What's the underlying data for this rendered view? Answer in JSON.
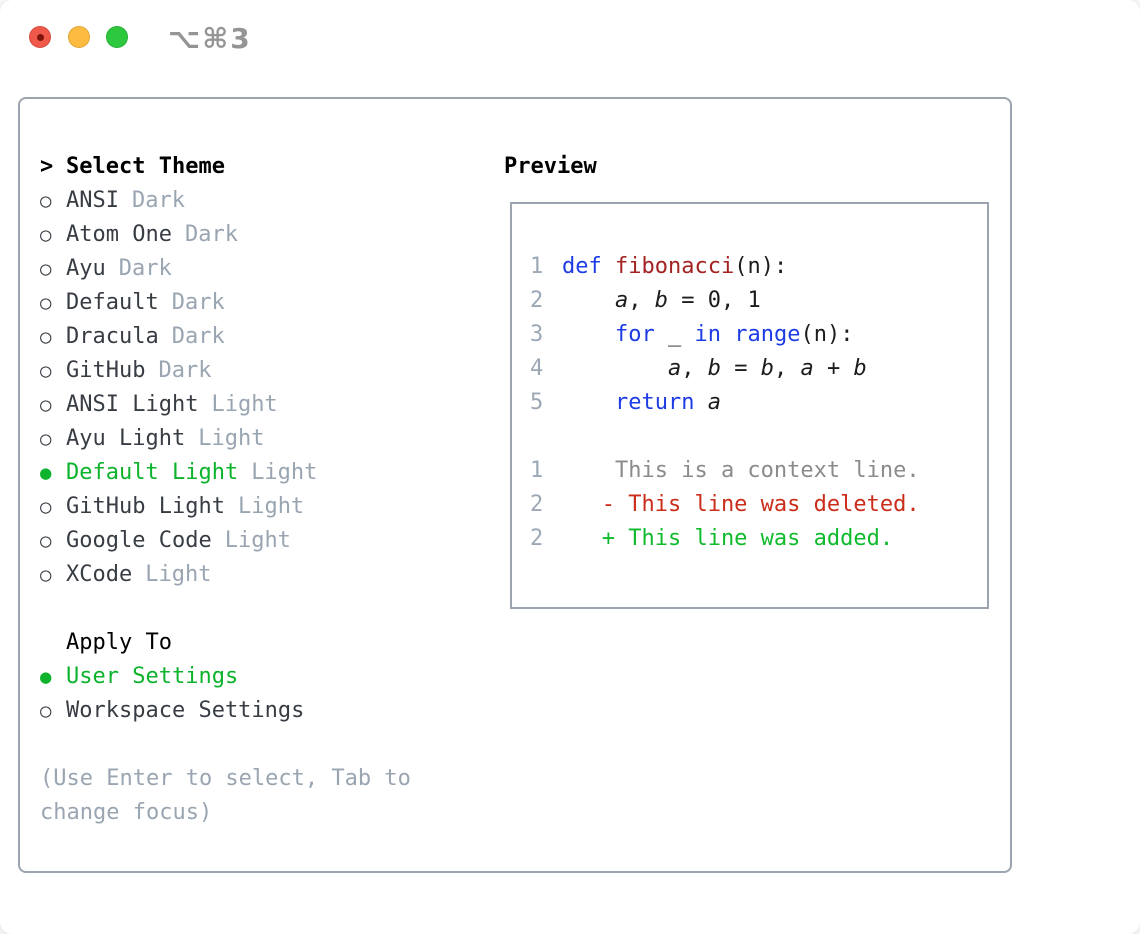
{
  "colors": {
    "accent-green": "#0db32c",
    "keyword-blue": "#1d3ce4",
    "function-red": "#a32222",
    "code-black": "#1c1c1c",
    "context-gray": "#8b8b8b",
    "deleted-red": "#cb2d1b",
    "added-green": "#0fbb2d",
    "linenum-gray": "#9da8b6",
    "muted-gray": "#9aa5b2",
    "item-gray": "#383d44",
    "border-gray": "#9ba4af",
    "titlebar-gray": "#959595",
    "traffic-red": "#f0584a",
    "traffic-yellow": "#fdbc40",
    "traffic-green": "#2dc83d"
  },
  "titlebar": {
    "title": "⌥⌘3"
  },
  "theme_panel": {
    "cursor": ">",
    "heading": "Select Theme",
    "marker_selected": "●",
    "marker_unselected": "○",
    "items": [
      {
        "name": "ANSI",
        "tag": "Dark",
        "selected": false
      },
      {
        "name": "Atom One",
        "tag": "Dark",
        "selected": false
      },
      {
        "name": "Ayu",
        "tag": "Dark",
        "selected": false
      },
      {
        "name": "Default",
        "tag": "Dark",
        "selected": false
      },
      {
        "name": "Dracula",
        "tag": "Dark",
        "selected": false
      },
      {
        "name": "GitHub",
        "tag": "Dark",
        "selected": false
      },
      {
        "name": "ANSI Light",
        "tag": "Light",
        "selected": false
      },
      {
        "name": "Ayu Light",
        "tag": "Light",
        "selected": false
      },
      {
        "name": "Default Light",
        "tag": "Light",
        "selected": true
      },
      {
        "name": "GitHub Light",
        "tag": "Light",
        "selected": false
      },
      {
        "name": "Google Code",
        "tag": "Light",
        "selected": false
      },
      {
        "name": "XCode",
        "tag": "Light",
        "selected": false
      }
    ],
    "apply": {
      "heading": "Apply To",
      "items": [
        {
          "name": "User Settings",
          "selected": true
        },
        {
          "name": "Workspace Settings",
          "selected": false
        }
      ]
    },
    "help": "(Use Enter to select, Tab to change focus)"
  },
  "preview": {
    "heading": "Preview",
    "code_lines": [
      {
        "num": "1",
        "segments": [
          [
            "def",
            "kw"
          ],
          [
            " ",
            "pl"
          ],
          [
            "fibonacci",
            "fn"
          ],
          [
            "(n):",
            "pl"
          ]
        ]
      },
      {
        "num": "2",
        "segments": [
          [
            "    ",
            "pl"
          ],
          [
            "a",
            "var"
          ],
          [
            ", ",
            "pl"
          ],
          [
            "b",
            "var"
          ],
          [
            " = 0, 1",
            "pl"
          ]
        ]
      },
      {
        "num": "3",
        "segments": [
          [
            "    ",
            "pl"
          ],
          [
            "for",
            "kw"
          ],
          [
            " _ ",
            "pl"
          ],
          [
            "in",
            "kw"
          ],
          [
            " ",
            "pl"
          ],
          [
            "range",
            "kw"
          ],
          [
            "(n):",
            "pl"
          ]
        ]
      },
      {
        "num": "4",
        "segments": [
          [
            "        ",
            "pl"
          ],
          [
            "a",
            "var"
          ],
          [
            ", ",
            "pl"
          ],
          [
            "b",
            "var"
          ],
          [
            " = ",
            "pl"
          ],
          [
            "b",
            "var"
          ],
          [
            ", ",
            "pl"
          ],
          [
            "a",
            "var"
          ],
          [
            " + ",
            "pl"
          ],
          [
            "b",
            "var"
          ]
        ]
      },
      {
        "num": "5",
        "segments": [
          [
            "    ",
            "pl"
          ],
          [
            "return",
            "kw"
          ],
          [
            " ",
            "pl"
          ],
          [
            "a",
            "var"
          ]
        ]
      }
    ],
    "diff_lines": [
      {
        "num": "1",
        "segments": [
          [
            "    This is a context line.",
            "ctx"
          ]
        ]
      },
      {
        "num": "2",
        "segments": [
          [
            "   - This line was deleted.",
            "del"
          ]
        ]
      },
      {
        "num": "2",
        "segments": [
          [
            "   + This line was added.",
            "add"
          ]
        ]
      }
    ]
  }
}
